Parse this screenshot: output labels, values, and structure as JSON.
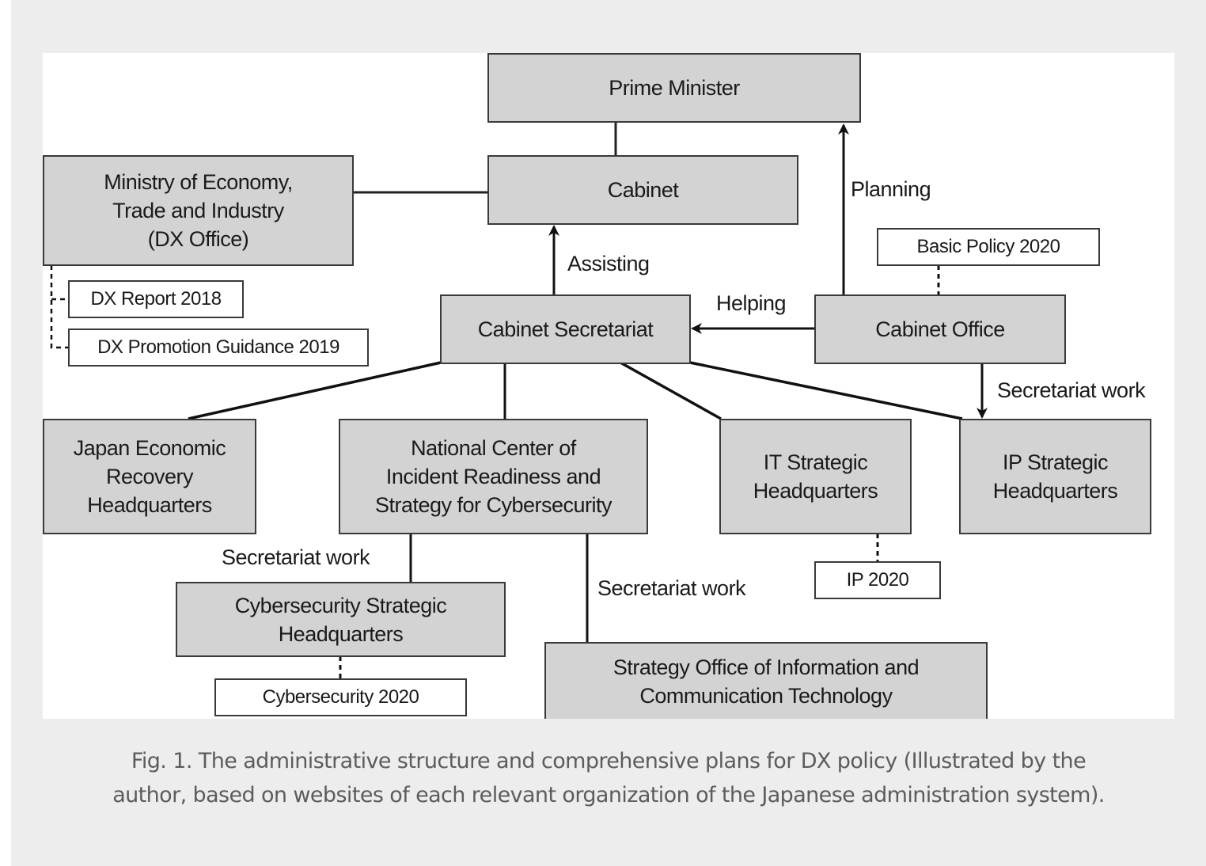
{
  "figure": {
    "nodes": {
      "prime_minister": "Prime Minister",
      "cabinet": "Cabinet",
      "meti": "Ministry of Economy,\nTrade and Industry\n(DX Office)",
      "cabinet_secretariat": "Cabinet Secretariat",
      "cabinet_office": "Cabinet Office",
      "japan_economic_recovery": "Japan Economic\nRecovery\nHeadquarters",
      "nisc": "National Center of\nIncident Readiness and\nStrategy for Cybersecurity",
      "it_strategic": "IT Strategic\nHeadquarters",
      "ip_strategic": "IP Strategic\nHeadquarters",
      "cybersecurity_strategic": "Cybersecurity Strategic\nHeadquarters",
      "strategy_office_ict": "Strategy Office of Information and\nCommunication Technology"
    },
    "documents": {
      "dx_report": "DX Report 2018",
      "dx_promotion_guidance": "DX Promotion Guidance 2019",
      "basic_policy": "Basic Policy 2020",
      "ip_2020": "IP 2020",
      "cybersecurity_2020": "Cybersecurity 2020"
    },
    "edge_labels": {
      "planning": "Planning",
      "assisting": "Assisting",
      "helping": "Helping",
      "secretariat_work_ip": "Secretariat work",
      "secretariat_work_cyber": "Secretariat work",
      "secretariat_work_ict": "Secretariat work"
    },
    "colors": {
      "node_fill": "#d3d3d3",
      "doc_fill": "#ffffff",
      "stroke": "#1a1a1a",
      "panel_bg": "#ededed",
      "caption_text": "#5c5c5c"
    }
  },
  "caption": {
    "line1": "Fig. 1. The administrative structure and comprehensive plans for DX policy (Illustrated by the",
    "line2": "author, based on websites of each relevant organization of the Japanese administration system)."
  }
}
